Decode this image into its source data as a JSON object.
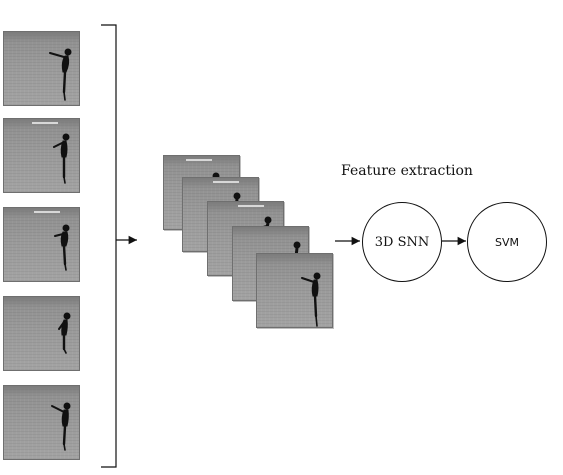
{
  "left_frames": [
    {
      "name": "input-frame-1"
    },
    {
      "name": "input-frame-2"
    },
    {
      "name": "input-frame-3"
    },
    {
      "name": "input-frame-4"
    },
    {
      "name": "input-frame-5"
    }
  ],
  "stacked_frames": [
    {
      "name": "stacked-frame-1"
    },
    {
      "name": "stacked-frame-2"
    },
    {
      "name": "stacked-frame-3"
    },
    {
      "name": "stacked-frame-4"
    },
    {
      "name": "stacked-frame-5"
    }
  ],
  "feature_label": "Feature extraction",
  "nodes": {
    "snn": "3D SNN",
    "svm": "SVM"
  },
  "colors": {
    "frame_gray": "#9a9a9a",
    "figure": "#111111",
    "line": "#111111"
  }
}
